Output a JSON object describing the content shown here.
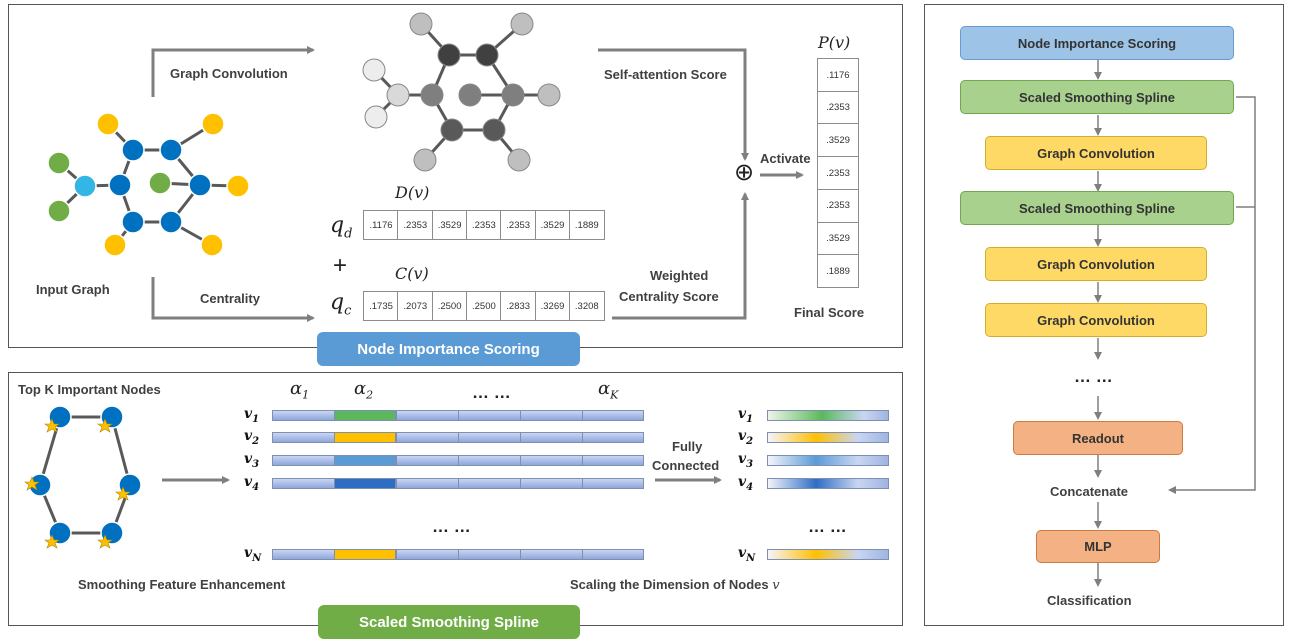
{
  "top_panel": {
    "graph_convolution": "Graph Convolution",
    "input_graph": "Input Graph",
    "centrality": "Centrality",
    "self_attention": "Self-attention Score",
    "weighted_line1": "Weighted",
    "weighted_line2": "Centrality Score",
    "activate": "Activate",
    "final_score": "Final Score",
    "d_label": "D(v)",
    "c_label": "C(v)",
    "p_label": "P(v)",
    "qd": "q",
    "qd_sub": "d",
    "qc": "q",
    "qc_sub": "c",
    "plus": "+",
    "oplus": "⊕",
    "d_values": [
      ".1176",
      ".2353",
      ".3529",
      ".2353",
      ".2353",
      ".3529",
      ".1889"
    ],
    "c_values": [
      ".1735",
      ".2073",
      ".2500",
      ".2500",
      ".2833",
      ".3269",
      ".3208"
    ],
    "p_values": [
      ".1176",
      ".2353",
      ".3529",
      ".2353",
      ".2353",
      ".3529",
      ".1889"
    ],
    "title": "Node Importance Scoring",
    "title_color": "#5b9bd5"
  },
  "bottom_panel": {
    "top_k": "Top K Important Nodes",
    "smoothing_enh": "Smoothing Feature Enhancement",
    "scaling": "Scaling the Dimension of  Nodes ",
    "scaling_var": "v",
    "fully_line1": "Fully",
    "fully_line2": "Connected",
    "alpha1": "α",
    "alpha1_sub": "1",
    "alpha2": "α",
    "alpha2_sub": "2",
    "alphak": "α",
    "alphak_sub": "K",
    "dots": "… …",
    "v_labels": [
      {
        "v": "v",
        "sub": "1"
      },
      {
        "v": "v",
        "sub": "2"
      },
      {
        "v": "v",
        "sub": "3"
      },
      {
        "v": "v",
        "sub": "4"
      },
      {
        "v": "v",
        "sub": "N"
      }
    ],
    "highlight_colors": [
      "#5cb85c",
      "#ffc000",
      "#5b9bd5",
      "#2e6dc4",
      "#ffc000"
    ],
    "title": "Scaled Smoothing Spline",
    "title_color": "#70ad47"
  },
  "right_panel": {
    "flow": [
      {
        "label": "Node Importance Scoring",
        "color": "#9dc3e6",
        "border": "#6a9bd0"
      },
      {
        "label": "Scaled Smoothing Spline",
        "color": "#a9d18e",
        "border": "#6fa84e"
      },
      {
        "label": "Graph Convolution",
        "color": "#ffd966",
        "border": "#d6ad2a"
      },
      {
        "label": "Scaled Smoothing Spline",
        "color": "#a9d18e",
        "border": "#6fa84e"
      },
      {
        "label": "Graph Convolution",
        "color": "#ffd966",
        "border": "#d6ad2a"
      },
      {
        "label": "Graph Convolution",
        "color": "#ffd966",
        "border": "#d6ad2a"
      }
    ],
    "dots": "… …",
    "readout": "Readout",
    "concatenate": "Concatenate",
    "mlp": "MLP",
    "classification": "Classification",
    "readout_color": "#f4b183"
  }
}
